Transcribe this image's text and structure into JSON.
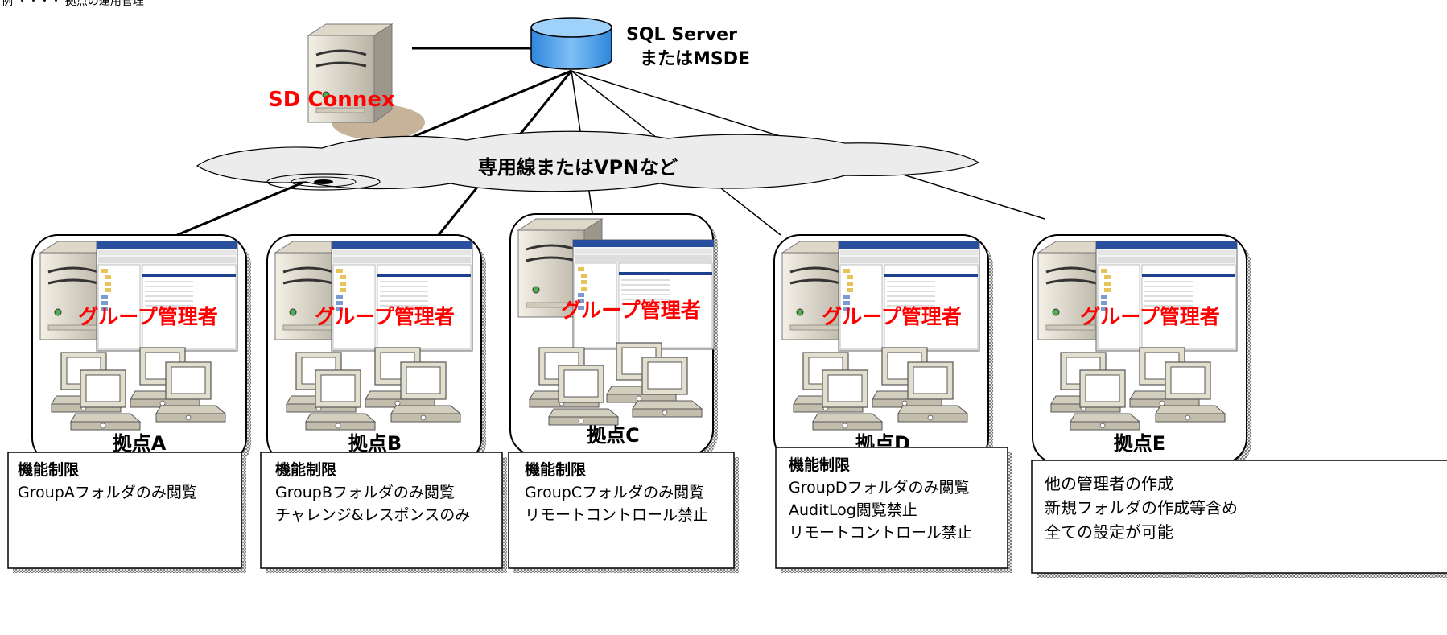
{
  "header_fragment": "例  ・・・・ 拠点の運用管理",
  "database": {
    "line1": "SQL Server",
    "line2": "またはMSDE"
  },
  "main_server": {
    "label": "SD Connex",
    "label_color": "#ff0000"
  },
  "network": {
    "label": "専用線またはVPNなど"
  },
  "sites": [
    {
      "name": "拠点A",
      "admin_label": "グループ管理者",
      "notes": [
        "機能制限",
        "GroupAフォルダのみ閲覧"
      ]
    },
    {
      "name": "拠点B",
      "admin_label": "グループ管理者",
      "notes": [
        "機能制限",
        "GroupBフォルダのみ閲覧",
        "チャレンジ&レスポンスのみ"
      ]
    },
    {
      "name": "拠点C",
      "admin_label": "グループ管理者",
      "notes": [
        "機能制限",
        "GroupCフォルダのみ閲覧",
        "リモートコントロール禁止"
      ]
    },
    {
      "name": "拠点D",
      "admin_label": "グループ管理者",
      "notes": [
        "機能制限",
        "GroupDフォルダのみ閲覧",
        "AuditLog閲覧禁止",
        "リモートコントロール禁止"
      ]
    },
    {
      "name": "拠点E",
      "admin_label": "グループ管理者",
      "notes": [
        "他の管理者の作成",
        "新規フォルダの作成等含め",
        "全ての設定が可能"
      ]
    }
  ],
  "colors": {
    "admin_label": "#ff0000",
    "db_fill": "#4f9fe8",
    "cloud_fill": "#ececec"
  }
}
